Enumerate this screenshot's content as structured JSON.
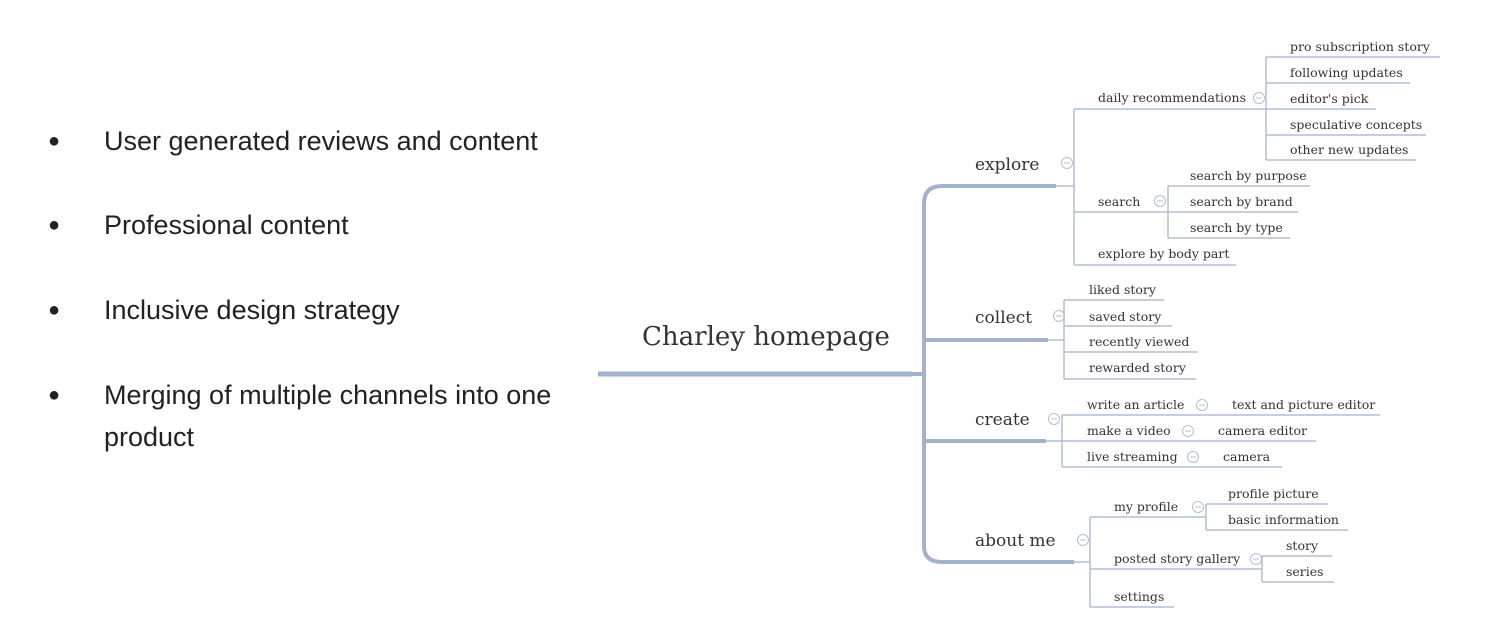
{
  "bullets": [
    "User generated reviews and content",
    "Professional content",
    "Inclusive design strategy",
    "Merging of multiple channels into one product"
  ],
  "colors": {
    "branch_main": "#a3b2cb",
    "branch_thin": "#b3bed3",
    "text": "#333333"
  },
  "icon": "collapse-icon",
  "mindmap": {
    "root": "Charley homepage",
    "explore": {
      "label": "explore",
      "daily": {
        "label": "daily recommendations",
        "items": [
          "pro subscription story",
          "following updates",
          "editor's pick",
          "speculative concepts",
          "other new updates"
        ]
      },
      "search": {
        "label": "search",
        "items": [
          "search by purpose",
          "search by brand",
          "search by type"
        ]
      },
      "body_part": "explore by body part"
    },
    "collect": {
      "label": "collect",
      "items": [
        "liked story",
        "saved story",
        "recently viewed",
        "rewarded story"
      ]
    },
    "create": {
      "label": "create",
      "article": {
        "label": "write an article",
        "child": "text and picture editor"
      },
      "video": {
        "label": "make a video",
        "child": "camera editor"
      },
      "live": {
        "label": "live streaming",
        "child": "camera"
      }
    },
    "about": {
      "label": "about me",
      "profile": {
        "label": "my profile",
        "items": [
          "profile picture",
          "basic information"
        ]
      },
      "gallery": {
        "label": "posted story gallery",
        "items": [
          "story",
          "series"
        ]
      },
      "settings": "settings"
    }
  }
}
